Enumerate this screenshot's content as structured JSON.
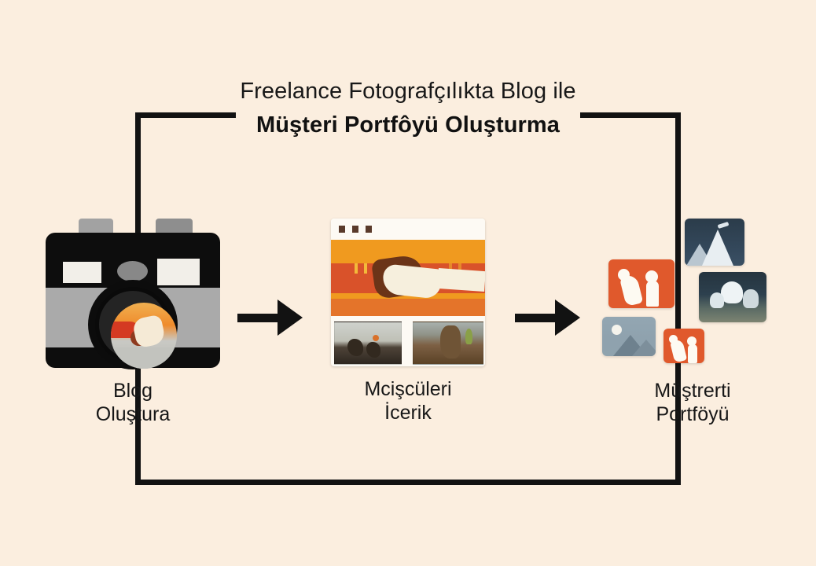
{
  "title": {
    "line1": "Freelance Fotografçılıkta Blog ile",
    "line2": "Müşteri Portfôyü Oluşturma"
  },
  "colors": {
    "background": "#fbeedf",
    "ink": "#121212",
    "accent_orange": "#e0592c",
    "hero_orange": "#f09a1f",
    "hero_red": "#d9522a",
    "photo_blue": "#2d404e",
    "camera_gray": "#aaaaaa"
  },
  "stages": [
    {
      "id": "stage-blog-olustura",
      "icon": "camera-icon",
      "caption_line1": "Blog",
      "caption_line2": "Oluştura"
    },
    {
      "id": "stage-icerik",
      "icon": "browser-window-icon",
      "caption_line1": "Mcişcüleri",
      "caption_line2": "İcerik"
    },
    {
      "id": "stage-portfoyu",
      "icon": "photo-collage-icon",
      "caption_line1": "Müştrerti",
      "caption_line2": "Portföyü"
    }
  ],
  "connectors": [
    {
      "id": "arrow-1",
      "icon": "arrow-right-icon"
    },
    {
      "id": "arrow-2",
      "icon": "arrow-right-icon"
    }
  ],
  "frame": {
    "id": "bracket-frame",
    "icon": "bracket-frame-icon"
  }
}
